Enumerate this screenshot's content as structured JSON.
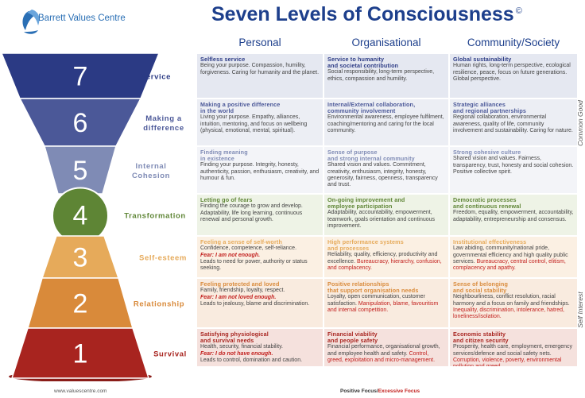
{
  "header": {
    "brand": "Barrett Values Centre",
    "title": "Seven Levels of Consciousness",
    "copyright": "©"
  },
  "columns": [
    "Personal",
    "Organisational",
    "Community/Society"
  ],
  "side_labels": {
    "top": "Common Good",
    "bottom": "Self Interest"
  },
  "footer": {
    "url": "www.valuescentre.com",
    "positive": "Positive Focus/",
    "excessive": "Excessive Focus"
  },
  "levels": [
    {
      "num": "7",
      "name": [
        "Service"
      ],
      "color": "#2b3a84",
      "row_bg": "#e5e8f1",
      "personal": {
        "h": [
          "Selfless service"
        ],
        "text": "Being your purpose. Compassion, humility, forgiveness. Caring for humanity and the planet.",
        "fear": "",
        "fear_text": ""
      },
      "org": {
        "h": [
          "Service to humanity",
          "and societal contribution"
        ],
        "text": "Social responsibility, long-term perspective, ethics, compassion and humility.",
        "red": ""
      },
      "comm": {
        "h": [
          "Global sustainability"
        ],
        "text": "Human rights, long-term perspective, ecological resilience, peace, focus on future generations. Global perspective.",
        "red": ""
      }
    },
    {
      "num": "6",
      "name": [
        "Making a",
        "difference"
      ],
      "color": "#4b5898",
      "row_bg": "#eceef4",
      "personal": {
        "h": [
          "Making a positive difference",
          "in the world"
        ],
        "text": "Living your purpose. Empathy, alliances, intuition, mentoring, and focus on wellbeing (physical, emotional, mental, spiritual).",
        "fear": "",
        "fear_text": ""
      },
      "org": {
        "h": [
          "Internal/External collaboration,",
          "community involvement"
        ],
        "text": "Environmental awareness, employee fulfilment, coaching/mentoring and caring for the local community.",
        "red": ""
      },
      "comm": {
        "h": [
          "Strategic alliances",
          "and regional partnerships"
        ],
        "text": "Regional collaboration, environmental awareness, quality of life, community involvement and sustainability. Caring for nature.",
        "red": ""
      }
    },
    {
      "num": "5",
      "name": [
        "Internal",
        "Cohesion"
      ],
      "color": "#7f8bb5",
      "row_bg": "#f3f4f8",
      "personal": {
        "h": [
          "Finding meaning",
          "in existence"
        ],
        "text": "Finding your purpose. Integrity, honesty, authenticity, passion, enthusiasm, creativity, and humour & fun.",
        "fear": "",
        "fear_text": ""
      },
      "org": {
        "h": [
          "Sense of purpose",
          "and strong internal community"
        ],
        "text": "Shared vision and values. Commitment, creativity, enthusiasm, integrity, honesty, generosity, fairness, openness, transparency and trust.",
        "red": ""
      },
      "comm": {
        "h": [
          "Strong cohesive culture"
        ],
        "text": "Shared vision and values. Fairness, transparency, trust, honesty and social cohesion. Positive collective spirit.",
        "red": ""
      }
    },
    {
      "num": "4",
      "name": [
        "Transformation"
      ],
      "color": "#5e8535",
      "row_bg": "#eef3e6",
      "personal": {
        "h": [
          "Letting go of fears"
        ],
        "text": "Finding the courage to grow and develop. Adaptability, life long learning, continuous renewal and personal growth.",
        "fear": "",
        "fear_text": ""
      },
      "org": {
        "h": [
          "On-going improvement and",
          "employee participation"
        ],
        "text": "Adaptability, accountability, empowerment, teamwork, goals orientation and continuous improvement.",
        "red": ""
      },
      "comm": {
        "h": [
          "Democratic processes",
          "and continuous renewal"
        ],
        "text": "Freedom, equality, empowerment, accountability, adaptability, entrepreneurship and consensus.",
        "red": ""
      }
    },
    {
      "num": "3",
      "name": [
        "Self-esteem"
      ],
      "color": "#e6aa5a",
      "row_bg": "#fbf0e3",
      "personal": {
        "h": [
          "Feeling a sense of self-worth"
        ],
        "text": "Confidence, competence, self-reliance.",
        "fear": "Fear: I am not enough.",
        "fear_text": "Leads to need for power, authority or status seeking."
      },
      "org": {
        "h": [
          "High performance systems",
          "and processes"
        ],
        "text": "Reliability, quality, efficiency, productivity and excellence.",
        "red": "Bureaucracy, hierarchy, confusion, and complacency."
      },
      "comm": {
        "h": [
          "Institutional effectiveness"
        ],
        "text": "Law abiding, community/national pride, governmental  efficiency and high quality public services.",
        "red": "Bureaucracy, central control, elitism, complacency and apathy."
      }
    },
    {
      "num": "2",
      "name": [
        "Relationship"
      ],
      "color": "#d98a3a",
      "row_bg": "#f9ebdf",
      "personal": {
        "h": [
          "Feeling protected and loved"
        ],
        "text": "Family, friendship, loyalty, respect.",
        "fear": "Fear: I am not loved enough.",
        "fear_text": "Leads to jealousy, blame and discrimination."
      },
      "org": {
        "h": [
          "Positive relationships",
          "that support organisation needs"
        ],
        "text": "Loyalty, open communication, customer satisfaction.",
        "red": "Manipulation, blame, favouritism and internal competition."
      },
      "comm": {
        "h": [
          "Sense of belonging",
          "and social stability"
        ],
        "text": "Neighbourliness, conflict resolution, racial harmony and a focus on family and friendships.",
        "red": "Inequality, discrimination, intolerance, hatred, loneliness/isolation."
      }
    },
    {
      "num": "1",
      "name": [
        "Survival"
      ],
      "color": "#a8241f",
      "row_bg": "#f5e1dd",
      "personal": {
        "h": [
          "Satisfying physiological",
          "and survival needs"
        ],
        "text": "Health, security, financial stability.",
        "fear": "Fear: I do not have enough.",
        "fear_text": "Leads to control, domination and caution."
      },
      "org": {
        "h": [
          "Financial viability",
          "and people safety"
        ],
        "text": "Financial performance, organisational growth, and employee health and safety.",
        "red": "Control, greed, exploitation and micro-management."
      },
      "comm": {
        "h": [
          "Economic stability",
          "and citizen security"
        ],
        "text": "Prosperity, health care, employment, emergency services/defence and social safety nets.",
        "red": "Corruption, violence, poverty, environmental pollution and greed."
      }
    }
  ]
}
